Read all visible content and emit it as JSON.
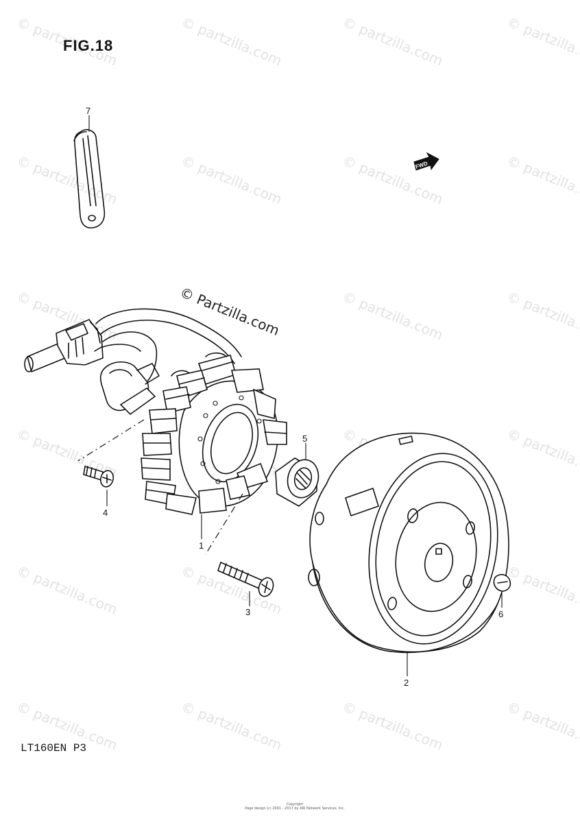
{
  "figure": {
    "title": "FIG.18",
    "model_code": "LT160EN  P3"
  },
  "watermark": {
    "text": "© partzilla.com",
    "center_text": "© Partzilla.com"
  },
  "fwd_marker": {
    "text": "FWD"
  },
  "callouts": [
    {
      "id": "1",
      "label": "1"
    },
    {
      "id": "2",
      "label": "2"
    },
    {
      "id": "3",
      "label": "3"
    },
    {
      "id": "4",
      "label": "4"
    },
    {
      "id": "5",
      "label": "5"
    },
    {
      "id": "6",
      "label": "6"
    },
    {
      "id": "7",
      "label": "7"
    }
  ],
  "footer": {
    "line1": "Copyright",
    "line2": "Page design (c) 2001 - 2017 by ARI Network Services, Inc."
  }
}
